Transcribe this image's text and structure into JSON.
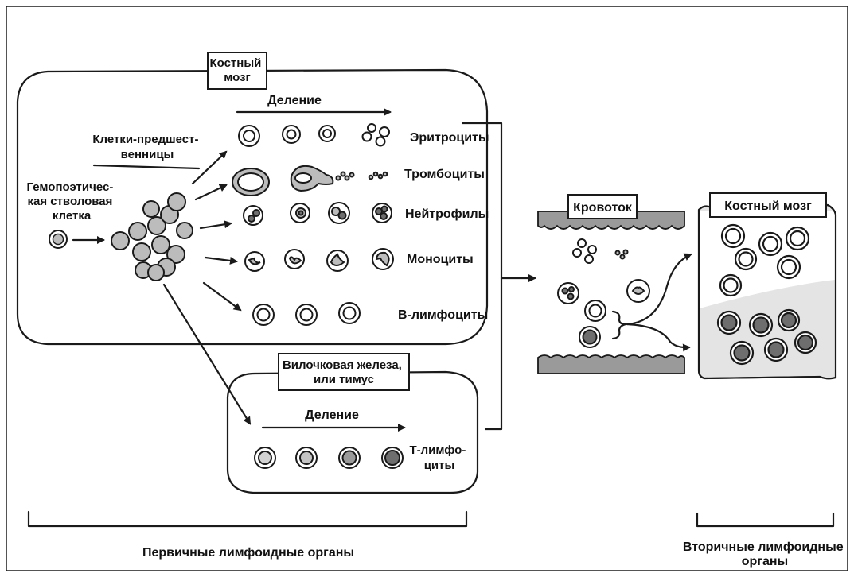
{
  "labels": {
    "bone_marrow_primary": [
      "Костный",
      "мозг"
    ],
    "division_top": "Деление",
    "precursor_cells": [
      "Клетки-предшест-",
      "венницы"
    ],
    "stem_cell": [
      "Гемопоэтичес-",
      "кая стволовая",
      "клетка"
    ],
    "erythrocytes": "Эритроциты",
    "thrombocytes": "Тромбоциты",
    "neutrophils": "Нейтрофилы",
    "monocytes": "Моноциты",
    "b_lymphocytes": "В-лимфоциты",
    "thymus": [
      "Вилочковая железа,",
      "или тимус"
    ],
    "division_thymus": "Деление",
    "t_lymphocytes": [
      "Т-лимфо-",
      "циты"
    ],
    "bloodstream": "Кровоток",
    "bone_marrow_secondary": "Костный мозг",
    "primary_organs": "Первичные лимфоидные органы",
    "secondary_organs": [
      "Вторичные лимфоидные",
      "органы"
    ]
  },
  "colors": {
    "ink": "#1a1a1a",
    "cell_gray": "#bcbcbc",
    "cell_dark": "#6e6e6e",
    "vessel": "#9a9a9a",
    "jar_fill": "#e4e4e4"
  }
}
